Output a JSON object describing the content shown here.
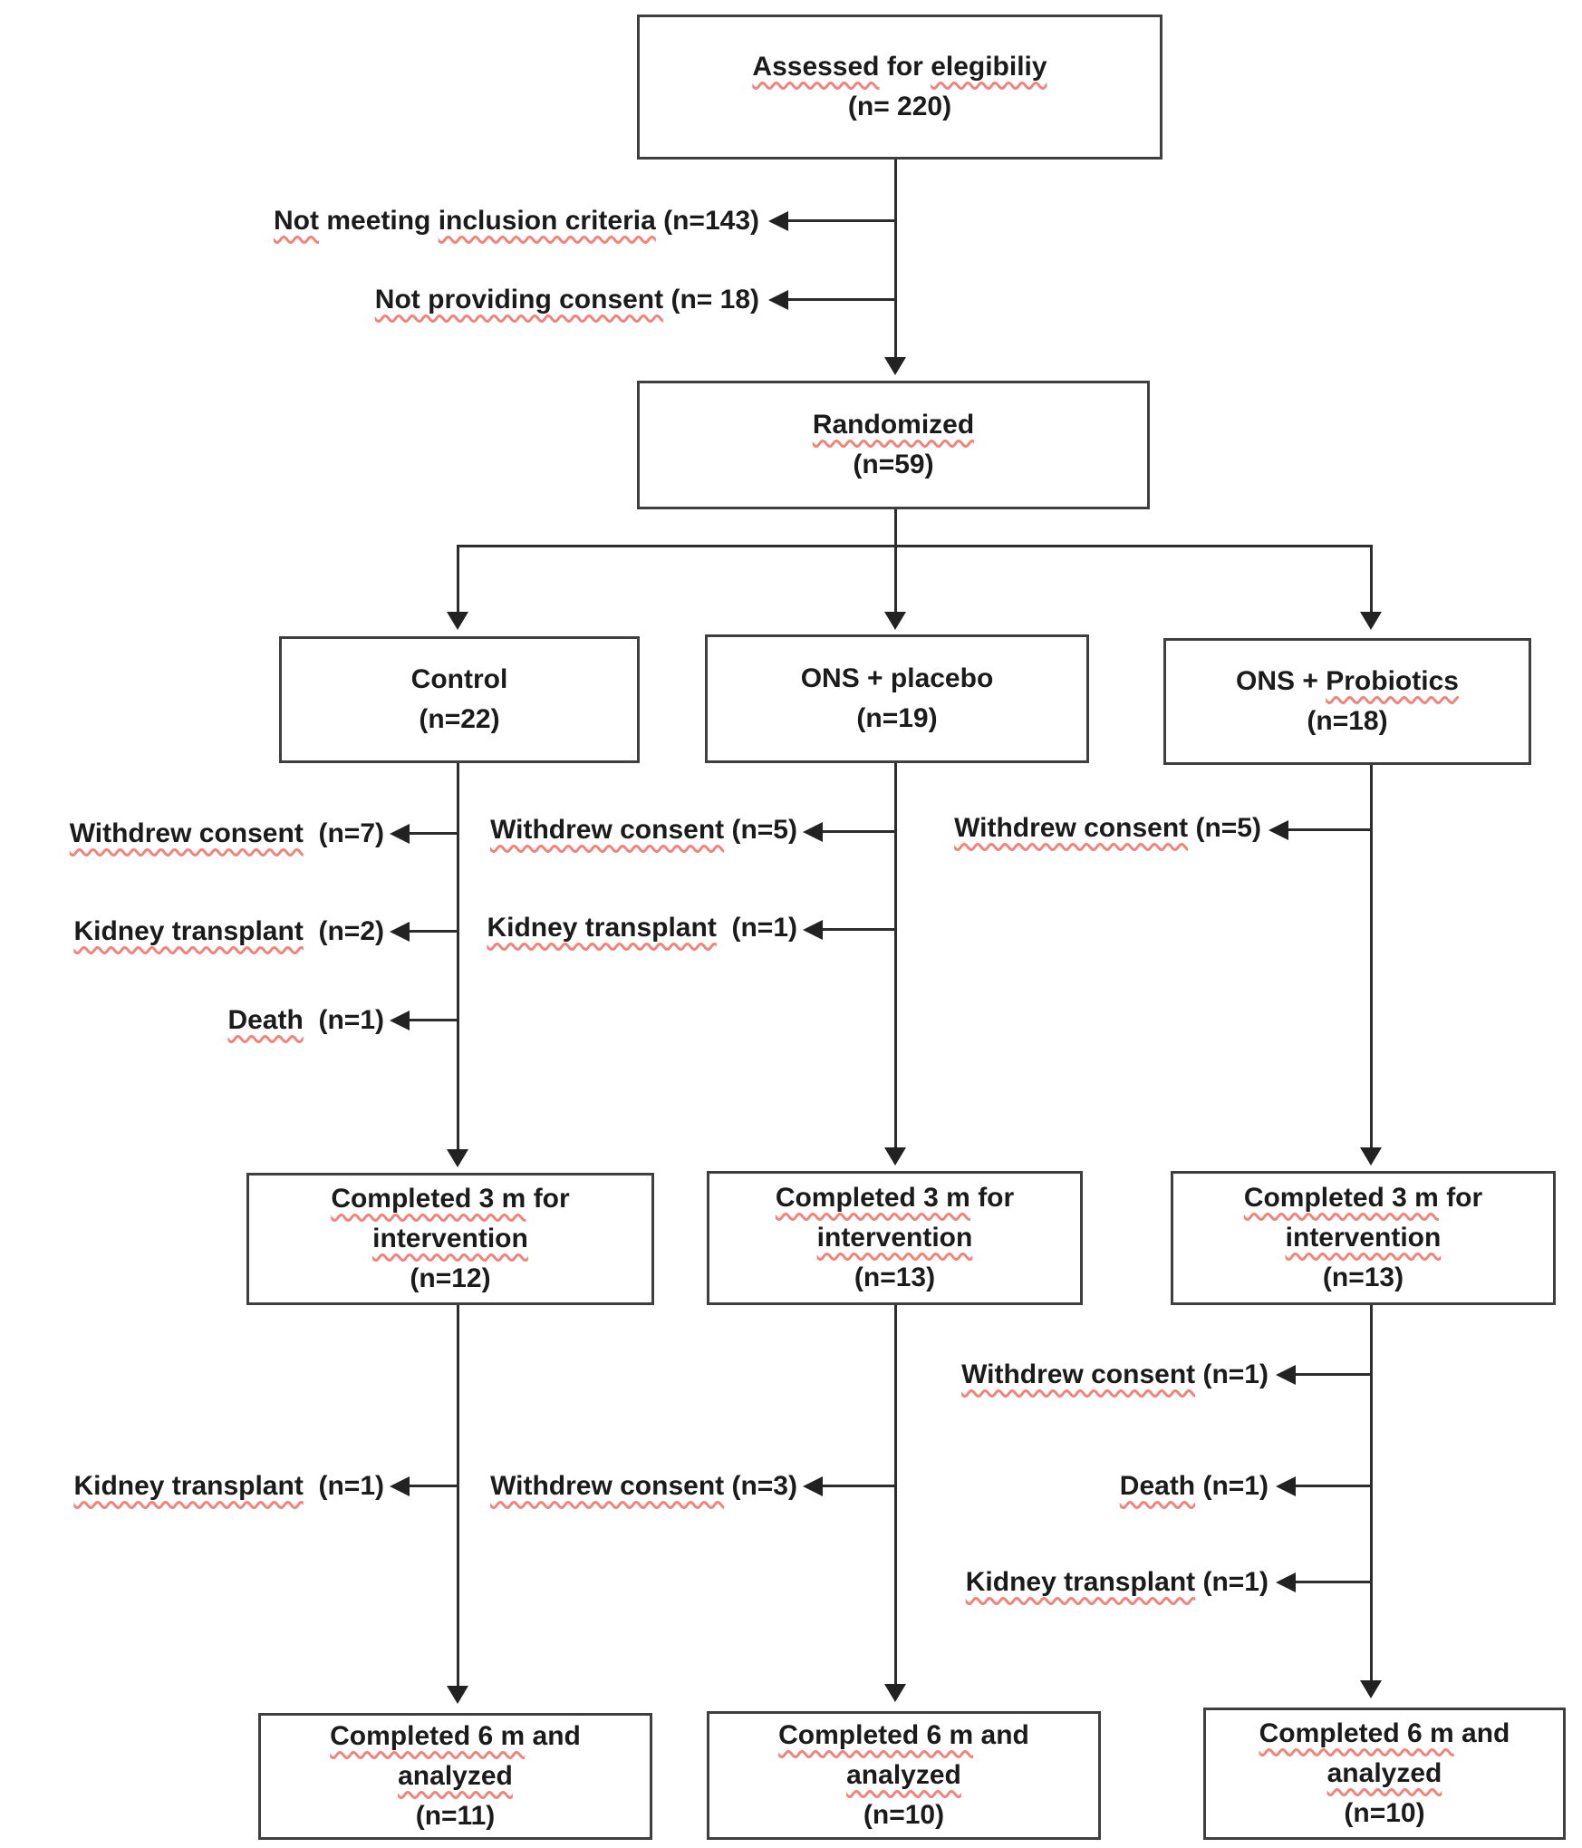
{
  "diagram": {
    "type": "consort-flow",
    "squiggle_color": "#f0837a",
    "line_color": "#2d2d2d",
    "text_color": "#1b1b1b"
  },
  "boxes": {
    "assessed": {
      "sq1": "Assessed",
      "mid": " for ",
      "sq2": "elegibiliy",
      "count": "(n= 220)"
    },
    "randomized": {
      "sq1": "Randomized",
      "count": "(n=59)"
    },
    "control": {
      "title": "Control",
      "count": "(n=22)"
    },
    "ons_placebo": {
      "title": "ONS + placebo",
      "count": "(n=19)"
    },
    "ons_probiotics": {
      "pre": "ONS + ",
      "sq1": "Probiotics",
      "count": "(n=18)"
    },
    "c3_control": {
      "sq1": "Completed 3 m",
      "after": " for",
      "sq2": "intervention",
      "count": "(n=12)"
    },
    "c3_placebo": {
      "sq1": "Completed 3 m",
      "after": " for",
      "sq2": "intervention",
      "count": "(n=13)"
    },
    "c3_probiotics": {
      "sq1": "Completed 3 m",
      "after": " for",
      "sq2": "intervention",
      "count": "(n=13)"
    },
    "c6_control": {
      "sq1": "Completed 6 m",
      "after": " and",
      "sq2": "analyzed",
      "count": "(n=11)"
    },
    "c6_placebo": {
      "sq1": "Completed 6 m",
      "after": " and",
      "sq2": "analyzed",
      "count": "(n=10)"
    },
    "c6_probiotics": {
      "sq1": "Completed 6 m",
      "after": " and",
      "sq2": "analyzed",
      "count": "(n=10)"
    }
  },
  "exclusions": {
    "not_meeting": {
      "sq1": "Not",
      "mid": " meeting ",
      "sq2": "inclusion criteria",
      "count": " (n=143)"
    },
    "not_consent": {
      "sq1": "Not providing consent",
      "count": " (n= 18)"
    },
    "withdrew_3m_control": {
      "sq1": "Withdrew consent",
      "count": "  (n=7)"
    },
    "withdrew_3m_placebo": {
      "sq1": "Withdrew consent",
      "count": " (n=5)"
    },
    "withdrew_3m_probiotics": {
      "sq1": "Withdrew consent",
      "count": " (n=5)"
    },
    "kidney_3m_control": {
      "sq1": "Kidney transplant",
      "count": "  (n=2)"
    },
    "kidney_3m_placebo": {
      "sq1": "Kidney transplant",
      "count": "  (n=1)"
    },
    "death_3m_control": {
      "sq1": "Death",
      "count": "  (n=1)"
    },
    "kidney_6m_control": {
      "sq1": "Kidney transplant",
      "count": "  (n=1)"
    },
    "withdrew_6m_placebo": {
      "sq1": "Withdrew consent",
      "count": " (n=3)"
    },
    "withdrew_6m_probiotics": {
      "sq1": "Withdrew consent",
      "count": " (n=1)"
    },
    "death_6m_probiotics": {
      "sq1": "Death",
      "count": " (n=1)"
    },
    "kidney_6m_probiotics": {
      "sq1": "Kidney transplant",
      "count": " (n=1)"
    }
  }
}
